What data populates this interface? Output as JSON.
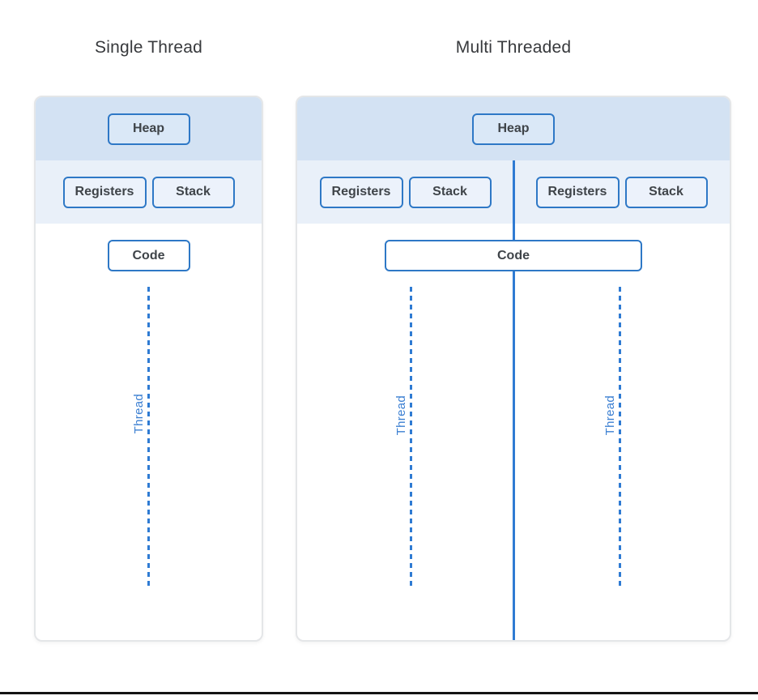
{
  "diagram": {
    "panels": [
      {
        "title": "Single Thread",
        "heap_label": "Heap",
        "code_label": "Code",
        "columns": [
          {
            "registers_label": "Registers",
            "stack_label": "Stack",
            "thread_label": "Thread"
          }
        ]
      },
      {
        "title": "Multi Threaded",
        "heap_label": "Heap",
        "code_label": "Code",
        "columns": [
          {
            "registers_label": "Registers",
            "stack_label": "Stack",
            "thread_label": "Thread"
          },
          {
            "registers_label": "Registers",
            "stack_label": "Stack",
            "thread_label": "Thread"
          }
        ]
      }
    ],
    "colors": {
      "heap_band_bg": "#d3e2f3",
      "registers_band_bg": "#e9f0f9",
      "box_border": "#2e78c6",
      "thread_line": "#2f7bd3",
      "box_text": "#3f4449",
      "title_text": "#37393c",
      "card_border": "#e4e6e8",
      "bottom_rule": "#131313"
    }
  }
}
